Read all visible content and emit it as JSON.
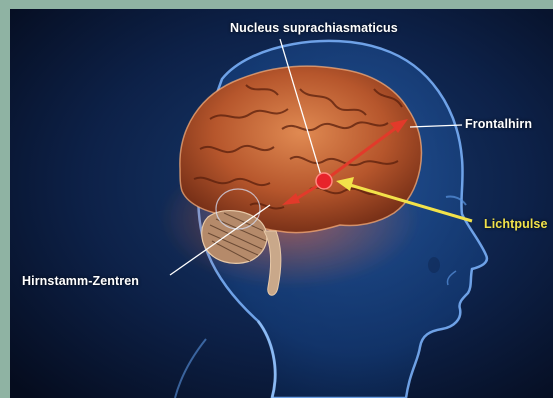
{
  "labels": {
    "scn": "Nucleus suprachiasmaticus",
    "frontal": "Frontalhirn",
    "light": "Lichtpulse",
    "brainstem": "Hirnstamm-Zentren"
  },
  "colors": {
    "background": "#0a1a36",
    "head": "#3f7fd0",
    "brain": "#c8683a",
    "arrow_red": "#e23a2a",
    "arrow_light": "#f2e24a",
    "label_text": "#ffffff",
    "frame": "#8fb3a3"
  }
}
